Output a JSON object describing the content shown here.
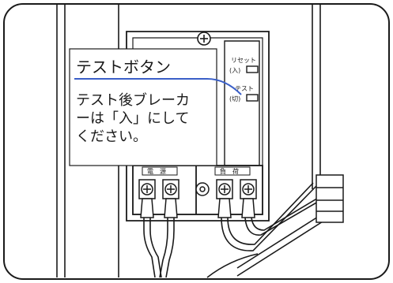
{
  "callout": {
    "title": "テストボタン",
    "lines": [
      "テスト後ブレーカ",
      "ーは「入」にして",
      "ください。"
    ]
  },
  "breaker": {
    "reset_label": "リセット",
    "reset_state": "(入)",
    "test_label": "テスト",
    "test_state": "(切)",
    "supply_label": "電　源",
    "load_label": "負　荷"
  },
  "colors": {
    "line": "#1a1a1a",
    "leader": "#3a5fc8"
  }
}
